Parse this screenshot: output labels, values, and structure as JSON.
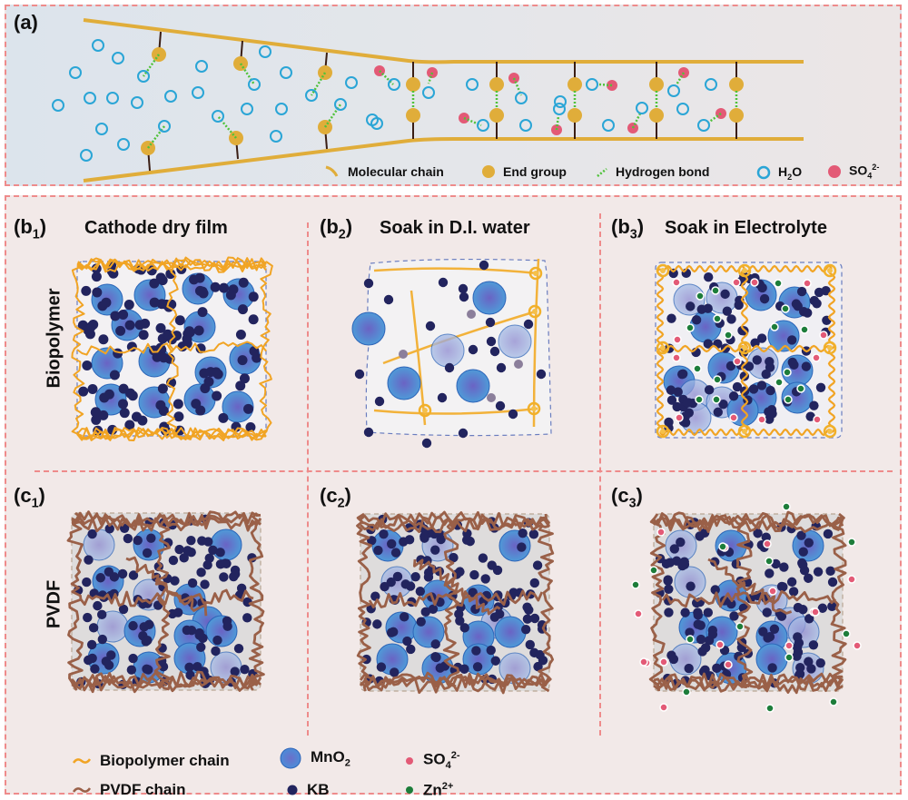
{
  "panel_a": {
    "label": "(a)",
    "legend": [
      {
        "icon": "molecular-chain-icon",
        "label": "Molecular chain"
      },
      {
        "icon": "end-group-icon",
        "label": "End group"
      },
      {
        "icon": "hydrogen-bond-icon",
        "label": "Hydrogen bond"
      },
      {
        "icon": "water-icon",
        "label": "H",
        "sub": "2",
        "after": "O"
      },
      {
        "icon": "sulfate-icon",
        "label": "SO",
        "sub": "4",
        "sup": "2-"
      }
    ]
  },
  "rows": {
    "biopolymer": "Biopolymer",
    "pvdf": "PVDF"
  },
  "panels_b": [
    {
      "label": "(b",
      "sub": "1",
      "close": ")",
      "title": "Cathode dry film"
    },
    {
      "label": "(b",
      "sub": "2",
      "close": ")",
      "title": "Soak in D.I. water"
    },
    {
      "label": "(b",
      "sub": "3",
      "close": ")",
      "title": "Soak in Electrolyte"
    }
  ],
  "panels_c": [
    {
      "label": "(c",
      "sub": "1",
      "close": ")"
    },
    {
      "label": "(c",
      "sub": "2",
      "close": ")"
    },
    {
      "label": "(c",
      "sub": "3",
      "close": ")"
    }
  ],
  "legend_bottom": {
    "biopolymer_chain": "Biopolymer chain",
    "pvdf_chain": "PVDF chain",
    "mno2": {
      "label": "MnO",
      "sub": "2"
    },
    "kb": "KB",
    "so4": {
      "label": "SO",
      "sub": "4",
      "sup": "2-"
    },
    "zn": {
      "label": "Zn",
      "sup": "2+"
    }
  },
  "colors": {
    "chain_gold": "#e0ad3a",
    "end_group": "#e0ad3a",
    "hbond_green": "#4fc23a",
    "water_blue": "#2aa5d6",
    "sulfate_pink": "#e35a76",
    "mno2_blue": "#3f7fcc",
    "kb_navy": "#22245e",
    "zn_green": "#1d7d3a",
    "pvdf_brown": "#9a6048",
    "bio_orange": "#f1a424",
    "panel_border": "#ee8b8b"
  }
}
